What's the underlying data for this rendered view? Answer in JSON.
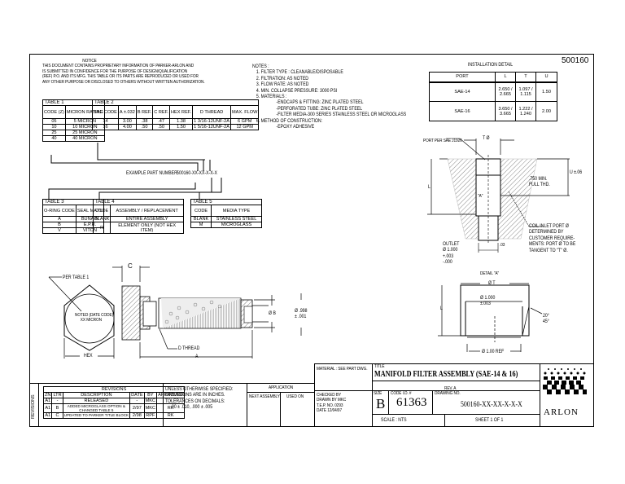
{
  "drawing_number_corner": "500160",
  "notice": {
    "title": "NOTICE",
    "lines": [
      "THIS DOCUMENT CONTAINS PROPRIETARY INFORMATION OF PARKER-ARLON AND",
      "IS SUBMITTED IN CONFIDENCE FOR THE PURPOSE OF DESIGN/QUALIFICATION",
      "(REF) P.O. AND ITS MFG. THIS TABLE OR ITS PARTS ARE REPRODUCED OR USED FOR",
      "ANY OTHER PURPOSE OR DISCLOSED TO OTHERS WITHOUT WRITTEN AUTHORIZATION."
    ]
  },
  "notes": {
    "title": "NOTES :",
    "items": [
      "1. FILTER TYPE : CLEANABLE/DISPOSABLE",
      "2. FILTRATION: AS NOTED",
      "3. FLOW RATE: AS NOTED",
      "4. MIN. COLLAPSE PRESSURE: 3000 PSI",
      "5. MATERIALS :",
      "-ENDCAPS & FITTING: ZINC PLATED STEEL",
      "-PERFORATED TUBE: ZINC PLATED STEEL",
      "-FILTER MEDIA-300 SERIES STAINLESS STEEL OR MICROGLASS",
      "6. METHOD OF CONSTRUCTION:",
      "-EPOXY ADHESIVE"
    ]
  },
  "table1": {
    "title": "TABLE 1",
    "headers": [
      "CODE (Z)",
      "MICRON RATING"
    ],
    "rows": [
      [
        "05",
        "5 MICRON"
      ],
      [
        "10",
        "10 MICRON"
      ],
      [
        "25",
        "25 MICRON"
      ],
      [
        "40",
        "40 MICRON"
      ]
    ]
  },
  "table2": {
    "title": "TABLE 2",
    "headers": [
      "SAE CODE",
      "A ±.032",
      "B REF.",
      "C REF.",
      "HEX REF.",
      "D THREAD",
      "MAX. FLOW"
    ],
    "rows": [
      [
        "14",
        "3.00",
        ".38",
        ".47",
        "1.38",
        "1 3/16-12UNF-2A",
        "6 GPM"
      ],
      [
        "16",
        "4.00",
        ".50",
        ".50",
        "1.50",
        "1 5/16-12UNF-2A",
        "12 GPM"
      ]
    ]
  },
  "example_part_number": {
    "label": "EXAMPLE PART NUMBER:",
    "value": "500160-XX-XX-X-X-X"
  },
  "table3": {
    "title": "TABLE 3",
    "headers": [
      "O-RING CODE",
      "SEAL MAT'L"
    ],
    "rows": [
      [
        "A",
        "BUNA-N"
      ],
      [
        "B",
        "E.P.R."
      ],
      [
        "V",
        "VITON"
      ]
    ]
  },
  "table4": {
    "title": "TABLE 4",
    "headers": [
      "CODE",
      "ASSEMBLY / REPLACEMENT"
    ],
    "rows": [
      [
        "BLANK",
        "ENTIRE ASSEMBLY"
      ],
      [
        "R",
        "ELEMENT ONLY (NOT HEX ITEM)"
      ]
    ]
  },
  "table5": {
    "title": "TABLE 5",
    "headers": [
      "CODE",
      "MEDIA TYPE"
    ],
    "rows": [
      [
        "BLANK",
        "STAINLESS STEEL"
      ],
      [
        "M",
        "MICROGLASS"
      ]
    ]
  },
  "installation_detail": {
    "title": "INSTALLATION DETAIL",
    "headers": [
      "PORT",
      "L",
      "T",
      "U"
    ],
    "rows": [
      [
        "SAE-14",
        "2.650 / 2.665",
        "1.097 / 1.115",
        "1.50"
      ],
      [
        "SAE-16",
        "3.650 / 3.665",
        "1.222 / 1.240",
        "2.00"
      ]
    ]
  },
  "detail_section": {
    "port_per": "PORT PER SAE J1926",
    "t_dia": "T Ø",
    "u_label": "U ±.06",
    "thread_depth": ".750 MIN. FULL THD.",
    "l_label": "L",
    "detail_ref": "\"A\"",
    "inlet_note": [
      "COIL INLET PORT Ø",
      "DETERMINED BY",
      "CUSTOMER REQUIRE-",
      "MENTS: PORT Ø TO BE",
      "TANGENT TO \"T\" Ø."
    ],
    "outlet": [
      "OUTLET",
      "Ø 1.000",
      "+.003",
      "-.000"
    ],
    "chamfer": ".03",
    "detail_a_title": "DETAIL \"A\"",
    "detail_a_t": "Ø T",
    "detail_a_dia": [
      "Ø 1.000",
      "±.003"
    ],
    "detail_a_angle": [
      "20°",
      "45°"
    ],
    "detail_a_ref": "Ø 1.00 REF"
  },
  "assembly_view": {
    "per_table": "PER TABLE 1",
    "hex_marking": [
      "NOTED (DATE CODE)",
      "XX MICRON"
    ],
    "c_label": "C",
    "hex_label": "HEX",
    "a_label": "A",
    "d_thread": "D THREAD",
    "db_label": "Ø B",
    "dia_tol": [
      "Ø .998",
      "± .001"
    ]
  },
  "title_block": {
    "material": "MATERIAL : SEE PART DWG.",
    "title_label": "TITLE",
    "title": "MANIFOLD FILTER ASSEMBLY (SAE-14 & 16)",
    "rev_label": "REV. A",
    "checked_by": "CHECKED BY",
    "drawn_by": "DRAWN BY  MKC",
    "tep_no": "T.E.P. NO.  0293",
    "date": "DATE  12/04/97",
    "size_label": "SIZE",
    "size": "B",
    "code_label": "CODE I.D. #",
    "code": "61363",
    "dwg_label": "DRAWING NO.",
    "dwg_no": "500160-XX-XX-X-X-X",
    "scale": "SCALE : NTS",
    "sheet": "SHEET 1 OF 1",
    "company": "ARLON"
  },
  "tolerance_block": {
    "lines": [
      "UNLESS OTHERWISE SPECIFIED:",
      "DIMENSIONS ARE IN INCHES.",
      "TOLERANCES ON DECIMALS:",
      ".00 ± .010, .000 ± .005"
    ]
  },
  "application_block": {
    "title": "APPLICATION",
    "next_assembly": "NEXT ASSEMBLY",
    "used_on": "USED ON"
  },
  "revisions": {
    "side_label": "REVISIONS",
    "title": "REVISIONS",
    "headers": [
      "ZN",
      "LTR",
      "DESCRIPTION",
      "DATE",
      "BY",
      "APPROVED"
    ],
    "rows": [
      [
        "A1",
        "-",
        "RELEASED",
        "-",
        "MKC",
        "-"
      ],
      [
        "A1",
        "B",
        "ADDED MICROGLASS OPTION & CHANGED TABLE 5",
        "2/97",
        "MKC",
        "RK"
      ],
      [
        "A1",
        "C",
        "UPDATED TO PARKER TITLE BLOCK",
        "2/98",
        "RPF",
        "RK"
      ]
    ]
  }
}
